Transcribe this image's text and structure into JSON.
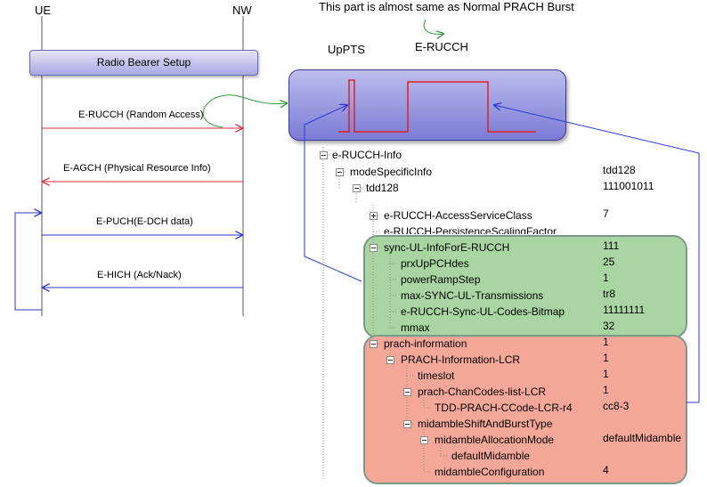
{
  "entities": {
    "ue": "UE",
    "nw": "NW"
  },
  "top_note": "This part is almost same  as Normal PRACH Burst",
  "labels": {
    "uppts": "UpPTS",
    "erucch": "E-RUCCH"
  },
  "radio_bearer_setup": "Radio Bearer Setup",
  "messages": [
    {
      "label": "E-RUCCH (Random Access)",
      "direction": "ue-to-nw",
      "color": "#e0303a"
    },
    {
      "label": "E-AGCH (Physical Resource Info)",
      "direction": "nw-to-ue",
      "color": "#e0303a"
    },
    {
      "label": "E-PUCH(E-DCH data)",
      "direction": "ue-to-nw",
      "color": "#2a3ad0"
    },
    {
      "label": "E-HICH (Ack/Nack)",
      "direction": "nw-to-ue",
      "color": "#2a3ad0"
    }
  ],
  "tree": [
    {
      "name": "e-RUCCH-Info",
      "value": "",
      "expander": "minus"
    },
    {
      "name": "modeSpecificInfo",
      "value": "tdd128",
      "expander": "minus"
    },
    {
      "name": "tdd128",
      "value": "111001011",
      "expander": "minus"
    },
    {
      "name": "e-RUCCH-AccessServiceClass",
      "value": "7",
      "expander": "plus"
    },
    {
      "name": "e-RUCCH-PersistenceScalingFactor",
      "value": "",
      "expander": "none"
    },
    {
      "name": "sync-UL-InfoForE-RUCCH",
      "value": "111",
      "expander": "minus"
    },
    {
      "name": "prxUpPCHdes",
      "value": "25",
      "expander": "none"
    },
    {
      "name": "powerRampStep",
      "value": "1",
      "expander": "none"
    },
    {
      "name": "max-SYNC-UL-Transmissions",
      "value": "tr8",
      "expander": "none"
    },
    {
      "name": "e-RUCCH-Sync-UL-Codes-Bitmap",
      "value": "11111111",
      "expander": "none"
    },
    {
      "name": "mmax",
      "value": "32",
      "expander": "none"
    },
    {
      "name": "prach-information",
      "value": "1",
      "expander": "minus"
    },
    {
      "name": "PRACH-Information-LCR",
      "value": "1",
      "expander": "minus"
    },
    {
      "name": "timeslot",
      "value": "1",
      "expander": "none"
    },
    {
      "name": "prach-ChanCodes-list-LCR",
      "value": "1",
      "expander": "minus"
    },
    {
      "name": "TDD-PRACH-CCode-LCR-r4",
      "value": "cc8-3",
      "expander": "none"
    },
    {
      "name": "midambleShiftAndBurstType",
      "value": "",
      "expander": "minus"
    },
    {
      "name": "midambleAllocationMode",
      "value": "defaultMidamble",
      "expander": "minus"
    },
    {
      "name": "defaultMidamble",
      "value": "",
      "expander": "none"
    },
    {
      "name": "midambleConfiguration",
      "value": "4",
      "expander": "none"
    }
  ],
  "colors": {
    "group_green": "#a9d5a2",
    "group_red": "#f5a899",
    "burst_box": "#9a9ae4",
    "pulse": "#e02020",
    "link_green": "#2e9a3a",
    "link_blue": "#2a3ad0"
  }
}
